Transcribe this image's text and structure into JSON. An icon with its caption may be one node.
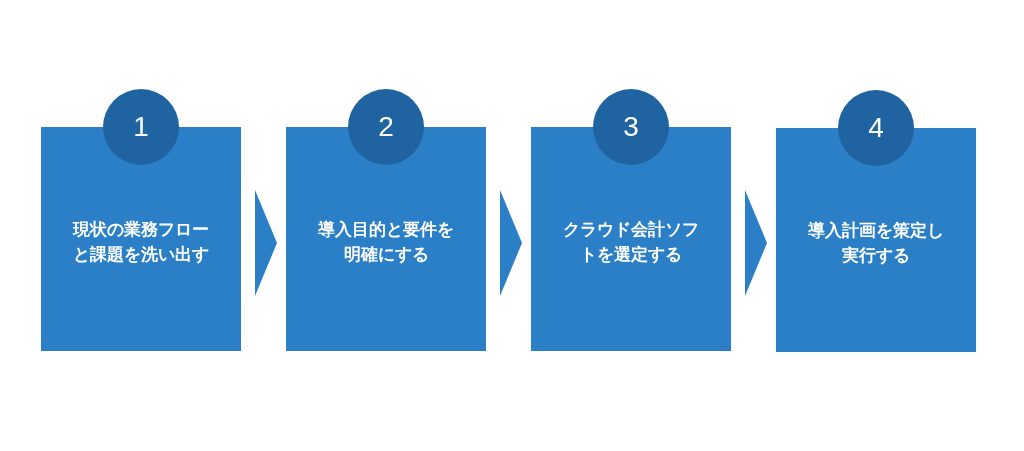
{
  "diagram": {
    "nodes": [
      {
        "text": [
          "1"
        ]
      },
      {
        "text": [
          "現状の業務フローと課題を洗い出す"
        ]
      },
      {
        "text": [
          "2"
        ]
      },
      {
        "text": [
          "導入目的と要件を明確にする"
        ]
      },
      {
        "text": [
          "3"
        ]
      },
      {
        "text": [
          "クラウド会計ソフトを選定する"
        ]
      },
      {
        "text": [
          "4"
        ]
      },
      {
        "text": [
          "導入計画を策定し実行する"
        ]
      }
    ],
    "edges": [
      {
        "from": 1,
        "to": 3,
        "arrow": "to"
      },
      {
        "from": 3,
        "to": 5,
        "arrow": "to"
      },
      {
        "from": 5,
        "to": 7,
        "arrow": "to"
      }
    ]
  }
}
